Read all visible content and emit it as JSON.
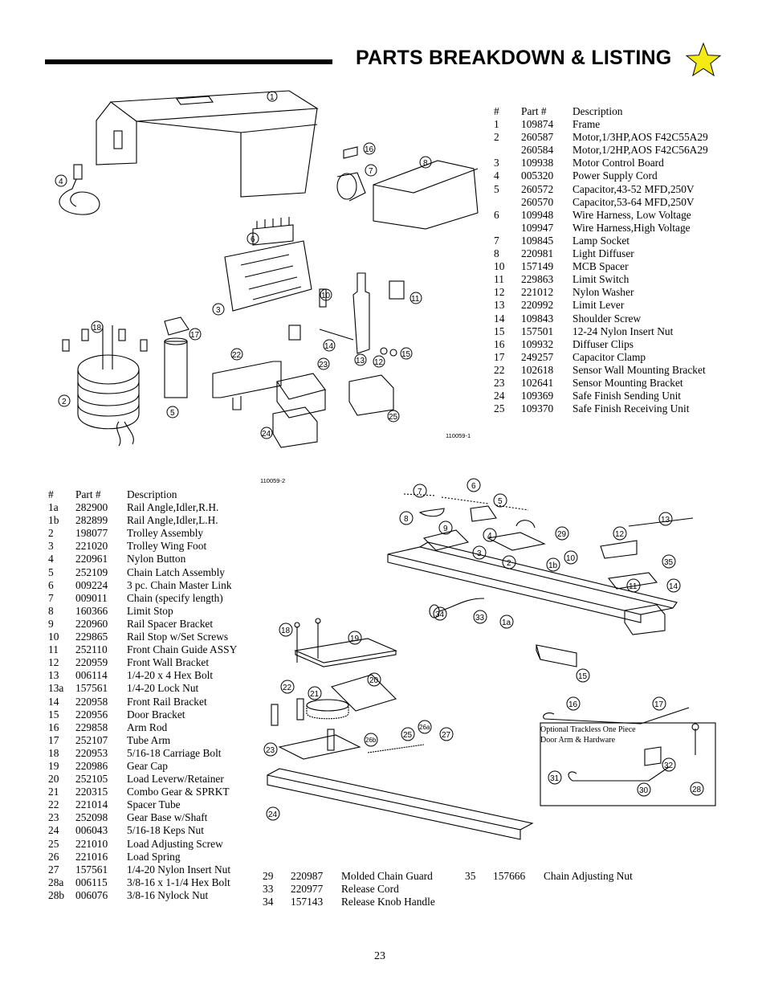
{
  "header": {
    "title": "PARTS BREAKDOWN & LISTING",
    "star_color": "#f5ea14"
  },
  "table_top": {
    "headers": [
      "#",
      "Part #",
      "Description"
    ],
    "rows": [
      [
        "1",
        "109874",
        "Frame"
      ],
      [
        "2",
        "260587",
        "Motor,1/3HP,AOS F42C55A29"
      ],
      [
        "",
        "260584",
        "Motor,1/2HP,AOS F42C56A29"
      ],
      [
        "3",
        "109938",
        "Motor Control Board"
      ],
      [
        "4",
        "005320",
        "Power Supply Cord"
      ],
      [
        "5",
        "260572",
        "Capacitor,43-52 MFD,250V"
      ],
      [
        "",
        "260570",
        "Capacitor,53-64 MFD,250V"
      ],
      [
        "6",
        "109948",
        "Wire Harness, Low Voltage"
      ],
      [
        "",
        "109947",
        "Wire Harness,High Voltage"
      ],
      [
        "7",
        "109845",
        "Lamp Socket"
      ],
      [
        "8",
        "220981",
        "Light Diffuser"
      ],
      [
        "10",
        "157149",
        "MCB Spacer"
      ],
      [
        "11",
        "229863",
        "Limit Switch"
      ],
      [
        "12",
        "221012",
        "Nylon Washer"
      ],
      [
        "13",
        "220992",
        "Limit Lever"
      ],
      [
        "14",
        "109843",
        "Shoulder Screw"
      ],
      [
        "15",
        "157501",
        "12-24 Nylon Insert Nut"
      ],
      [
        "16",
        "109932",
        "Diffuser Clips"
      ],
      [
        "17",
        "249257",
        "Capacitor Clamp"
      ],
      [
        "22",
        "102618",
        "Sensor Wall Mounting Bracket"
      ],
      [
        "23",
        "102641",
        "Sensor Mounting Bracket"
      ],
      [
        "24",
        "109369",
        "Safe Finish Sending Unit"
      ],
      [
        "25",
        "109370",
        "Safe Finish Receiving Unit"
      ]
    ]
  },
  "table_bottom": {
    "headers": [
      "#",
      "Part #",
      "Description"
    ],
    "rows": [
      [
        "1a",
        "282900",
        "Rail Angle,Idler,R.H."
      ],
      [
        "1b",
        "282899",
        "Rail Angle,Idler,L.H."
      ],
      [
        "2",
        "198077",
        "Trolley Assembly"
      ],
      [
        "3",
        "221020",
        "Trolley Wing Foot"
      ],
      [
        "4",
        "220961",
        "Nylon Button"
      ],
      [
        "5",
        "252109",
        "Chain Latch Assembly"
      ],
      [
        "6",
        "009224",
        "3 pc. Chain Master Link"
      ],
      [
        "7",
        "009011",
        "Chain (specify length)"
      ],
      [
        "8",
        "160366",
        "Limit Stop"
      ],
      [
        "9",
        "220960",
        "Rail Spacer Bracket"
      ],
      [
        "10",
        "229865",
        "Rail Stop w/Set Screws"
      ],
      [
        "11",
        "252110",
        "Front Chain Guide ASSY"
      ],
      [
        "12",
        "220959",
        "Front Wall Bracket"
      ],
      [
        "13",
        "006114",
        "1/4-20 x 4 Hex Bolt"
      ],
      [
        "13a",
        "157561",
        "1/4-20 Lock Nut"
      ],
      [
        "14",
        "220958",
        "Front Rail Bracket"
      ],
      [
        "15",
        "220956",
        "Door Bracket"
      ],
      [
        "16",
        "229858",
        "Arm Rod"
      ],
      [
        "17",
        "252107",
        "Tube Arm"
      ],
      [
        "18",
        "220953",
        "5/16-18 Carriage Bolt"
      ],
      [
        "19",
        "220986",
        "Gear Cap"
      ],
      [
        "20",
        "252105",
        "Load Leverw/Retainer"
      ],
      [
        "21",
        "220315",
        "Combo Gear & SPRKT"
      ],
      [
        "22",
        "221014",
        "Spacer Tube"
      ],
      [
        "23",
        "252098",
        "Gear Base w/Shaft"
      ],
      [
        "24",
        "006043",
        "5/16-18 Keps Nut"
      ],
      [
        "25",
        "221010",
        "Load Adjusting Screw"
      ],
      [
        "26",
        "221016",
        "Load Spring"
      ],
      [
        "27",
        "157561",
        "1/4-20 Nylon Insert Nut"
      ],
      [
        "28a",
        "006115",
        "3/8-16 x 1-1/4 Hex Bolt"
      ],
      [
        "28b",
        "006076",
        "3/8-16 Nylock Nut"
      ]
    ]
  },
  "table_extra": {
    "rows": [
      [
        "29",
        "220987",
        "Molded Chain Guard",
        "35",
        "157666",
        "Chain Adjusting Nut"
      ],
      [
        "33",
        "220977",
        "Release Cord",
        "",
        "",
        ""
      ],
      [
        "34",
        "157143",
        "Release Knob Handle",
        "",
        "",
        ""
      ]
    ]
  },
  "diagram_top": {
    "ref": "110059-1",
    "callouts": [
      "1",
      "16",
      "8",
      "7",
      "4",
      "6",
      "10",
      "11",
      "3",
      "18",
      "17",
      "14",
      "13",
      "12",
      "15",
      "22",
      "23",
      "2",
      "5",
      "25",
      "24"
    ]
  },
  "diagram_bottom": {
    "ref": "110059-2",
    "callouts": [
      "7",
      "6",
      "5",
      "8",
      "9",
      "4",
      "29",
      "12",
      "13",
      "3",
      "2",
      "10",
      "1b",
      "35",
      "11",
      "14",
      "34",
      "33",
      "1a",
      "18",
      "19",
      "15",
      "20",
      "22",
      "21",
      "16",
      "17",
      "26a",
      "27",
      "25",
      "26b",
      "23",
      "32",
      "28",
      "31",
      "30",
      "24"
    ],
    "optional_label_1": "Optional Trackless One Piece",
    "optional_label_2": "Door Arm & Hardware"
  },
  "footer": {
    "page_number": "23"
  }
}
